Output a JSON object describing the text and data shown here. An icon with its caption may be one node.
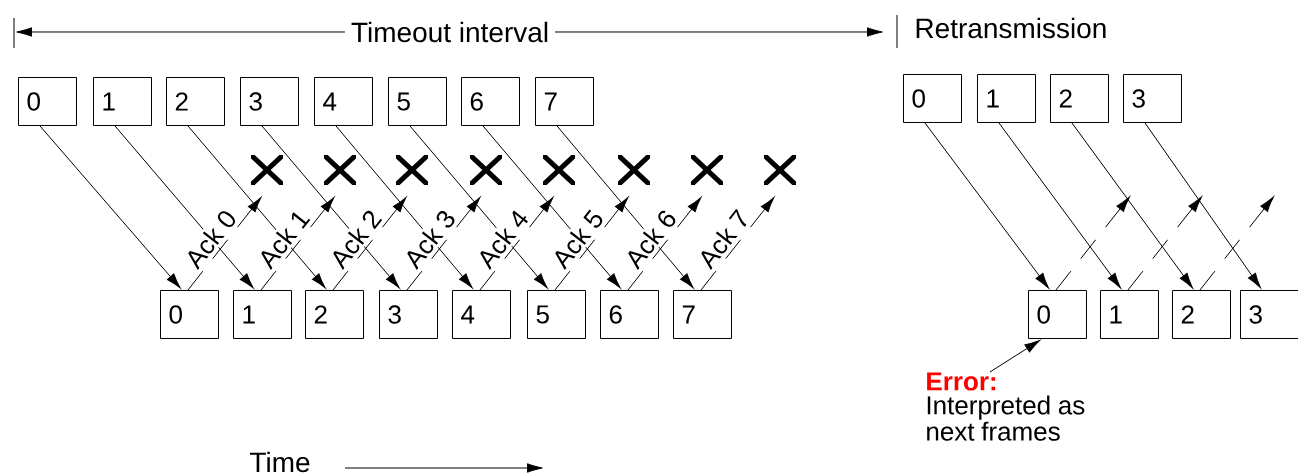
{
  "diagram": {
    "nodes": [
      {
        "text": [
          "0"
        ]
      },
      {
        "text": [
          "1"
        ]
      },
      {
        "text": [
          "2"
        ]
      },
      {
        "text": [
          "3"
        ]
      },
      {
        "text": [
          "4"
        ]
      },
      {
        "text": [
          "5"
        ]
      },
      {
        "text": [
          "6"
        ]
      },
      {
        "text": [
          "7"
        ]
      },
      {
        "text": [
          "0"
        ]
      },
      {
        "text": [
          "1"
        ]
      },
      {
        "text": [
          "2"
        ]
      },
      {
        "text": [
          "3"
        ]
      },
      {
        "text": [
          "4"
        ]
      },
      {
        "text": [
          "5"
        ]
      },
      {
        "text": [
          "6"
        ]
      },
      {
        "text": [
          "7"
        ]
      },
      {
        "text": [
          "0"
        ]
      },
      {
        "text": [
          "1"
        ]
      },
      {
        "text": [
          "2"
        ]
      },
      {
        "text": [
          "3"
        ]
      },
      {
        "text": [
          "0"
        ]
      },
      {
        "text": [
          "1"
        ]
      },
      {
        "text": [
          "2"
        ]
      },
      {
        "text": [
          "3"
        ]
      },
      {
        "text": [
          "Error:",
          "Interpreted as next frames"
        ]
      },
      {
        "text": [],
        "shape": "cross"
      },
      {
        "text": [],
        "shape": "cross"
      },
      {
        "text": [],
        "shape": "cross"
      },
      {
        "text": [],
        "shape": "cross"
      },
      {
        "text": [],
        "shape": "cross"
      },
      {
        "text": [],
        "shape": "cross"
      },
      {
        "text": [],
        "shape": "cross"
      },
      {
        "text": [],
        "shape": "cross"
      }
    ],
    "edges": [
      {
        "from": 0,
        "to": 8,
        "arrow": "to"
      },
      {
        "from": 1,
        "to": 9,
        "arrow": "to"
      },
      {
        "from": 2,
        "to": 10,
        "arrow": "to"
      },
      {
        "from": 3,
        "to": 11,
        "arrow": "to"
      },
      {
        "from": 4,
        "to": 12,
        "arrow": "to"
      },
      {
        "from": 5,
        "to": 13,
        "arrow": "to"
      },
      {
        "from": 6,
        "to": 14,
        "arrow": "to"
      },
      {
        "from": 7,
        "to": 15,
        "arrow": "to"
      },
      {
        "from": 8,
        "to": 25,
        "arrow": "to",
        "style": "dashed",
        "label": "Ack 0"
      },
      {
        "from": 9,
        "to": 26,
        "arrow": "to",
        "style": "dashed",
        "label": "Ack 1"
      },
      {
        "from": 10,
        "to": 27,
        "arrow": "to",
        "style": "dashed",
        "label": "Ack 2"
      },
      {
        "from": 11,
        "to": 28,
        "arrow": "to",
        "style": "dashed",
        "label": "Ack 3"
      },
      {
        "from": 12,
        "to": 29,
        "arrow": "to",
        "style": "dashed",
        "label": "Ack 4"
      },
      {
        "from": 13,
        "to": 30,
        "arrow": "to",
        "style": "dashed",
        "label": "Ack 5"
      },
      {
        "from": 14,
        "to": 31,
        "arrow": "to",
        "style": "dashed",
        "label": "Ack 6"
      },
      {
        "from": 15,
        "to": 32,
        "arrow": "to",
        "style": "dashed",
        "label": "Ack 7"
      },
      {
        "from": 16,
        "to": 20,
        "arrow": "to"
      },
      {
        "from": 17,
        "to": 21,
        "arrow": "to"
      },
      {
        "from": 18,
        "to": 22,
        "arrow": "to"
      },
      {
        "from": 19,
        "to": 23,
        "arrow": "to"
      },
      {
        "from": 20,
        "to": null,
        "arrow": "to",
        "style": "dashed"
      },
      {
        "from": 21,
        "to": null,
        "arrow": "to",
        "style": "dashed"
      },
      {
        "from": 22,
        "to": null,
        "arrow": "to",
        "style": "dashed"
      },
      {
        "from": 24,
        "to": 20,
        "arrow": "to"
      }
    ],
    "labels": [
      "Timeout interval",
      "Retransmission",
      "Time"
    ]
  }
}
